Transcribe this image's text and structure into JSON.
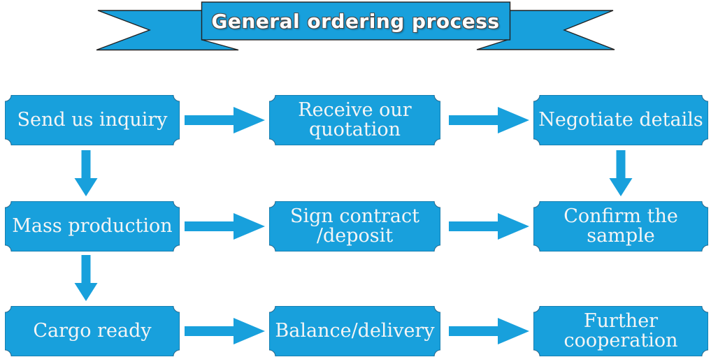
{
  "banner": {
    "title": "General ordering process"
  },
  "colors": {
    "primary": "#18A0DC",
    "ribbon_outline": "#222222",
    "node_outline": "#14496b",
    "label_text": "#f5f5f5"
  },
  "flow": {
    "rows": [
      {
        "nodes": [
          {
            "label": "Send us inquiry"
          },
          {
            "label": "Receive our\nquotation"
          },
          {
            "label": "Negotiate details"
          }
        ]
      },
      {
        "nodes": [
          {
            "label": "Mass production"
          },
          {
            "label": "Sign contract\n/deposit"
          },
          {
            "label": "Confirm the\nsample"
          }
        ]
      },
      {
        "nodes": [
          {
            "label": "Cargo ready"
          },
          {
            "label": "Balance/delivery"
          },
          {
            "label": "Further\ncooperation"
          }
        ]
      }
    ],
    "connectors": [
      {
        "from": "Send us inquiry",
        "to": "Receive our quotation",
        "direction": "right"
      },
      {
        "from": "Receive our quotation",
        "to": "Negotiate details",
        "direction": "right"
      },
      {
        "from": "Send us inquiry",
        "to": "Mass production",
        "direction": "down"
      },
      {
        "from": "Negotiate details",
        "to": "Confirm the sample",
        "direction": "down"
      },
      {
        "from": "Mass production",
        "to": "Sign contract /deposit",
        "direction": "right"
      },
      {
        "from": "Sign contract /deposit",
        "to": "Confirm the sample",
        "direction": "right"
      },
      {
        "from": "Mass production",
        "to": "Cargo ready",
        "direction": "down"
      },
      {
        "from": "Cargo ready",
        "to": "Balance/delivery",
        "direction": "right"
      },
      {
        "from": "Balance/delivery",
        "to": "Further cooperation",
        "direction": "right"
      }
    ]
  }
}
